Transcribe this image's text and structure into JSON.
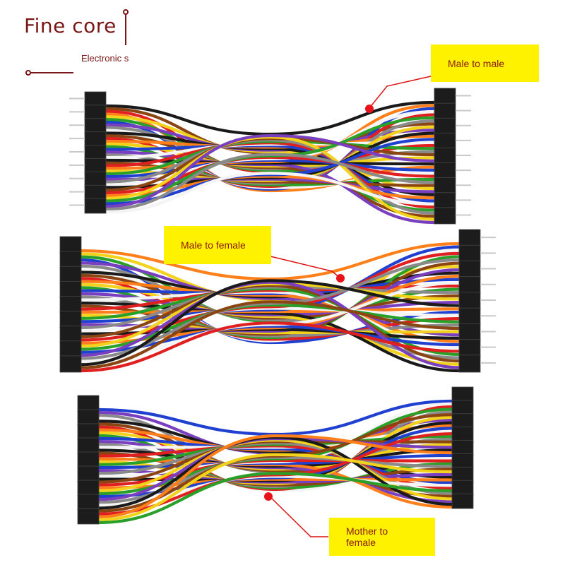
{
  "brand": {
    "title": "Fine core",
    "subtitle": "Electronic s"
  },
  "callouts": {
    "male_to_male": "Male to male",
    "male_to_female": "Male to female",
    "mother_to_female": "Mother to female"
  },
  "colors": {
    "brand": "#7a1616",
    "callout_fill": "#fff200",
    "callout_text": "#8a1a10",
    "pointer_dot": "#e8121a",
    "pointer_line": "#d11"
  },
  "wire_colors": [
    "#1a1a1a",
    "#8b4513",
    "#e02020",
    "#ff7f1a",
    "#f2d21a",
    "#2aa02a",
    "#2040d0",
    "#7a3fbf",
    "#8a8a8a",
    "#ffffff"
  ],
  "bundles": [
    {
      "name": "male-to-male-bundle"
    },
    {
      "name": "male-to-female-bundle"
    },
    {
      "name": "mother-to-female-bundle"
    }
  ]
}
